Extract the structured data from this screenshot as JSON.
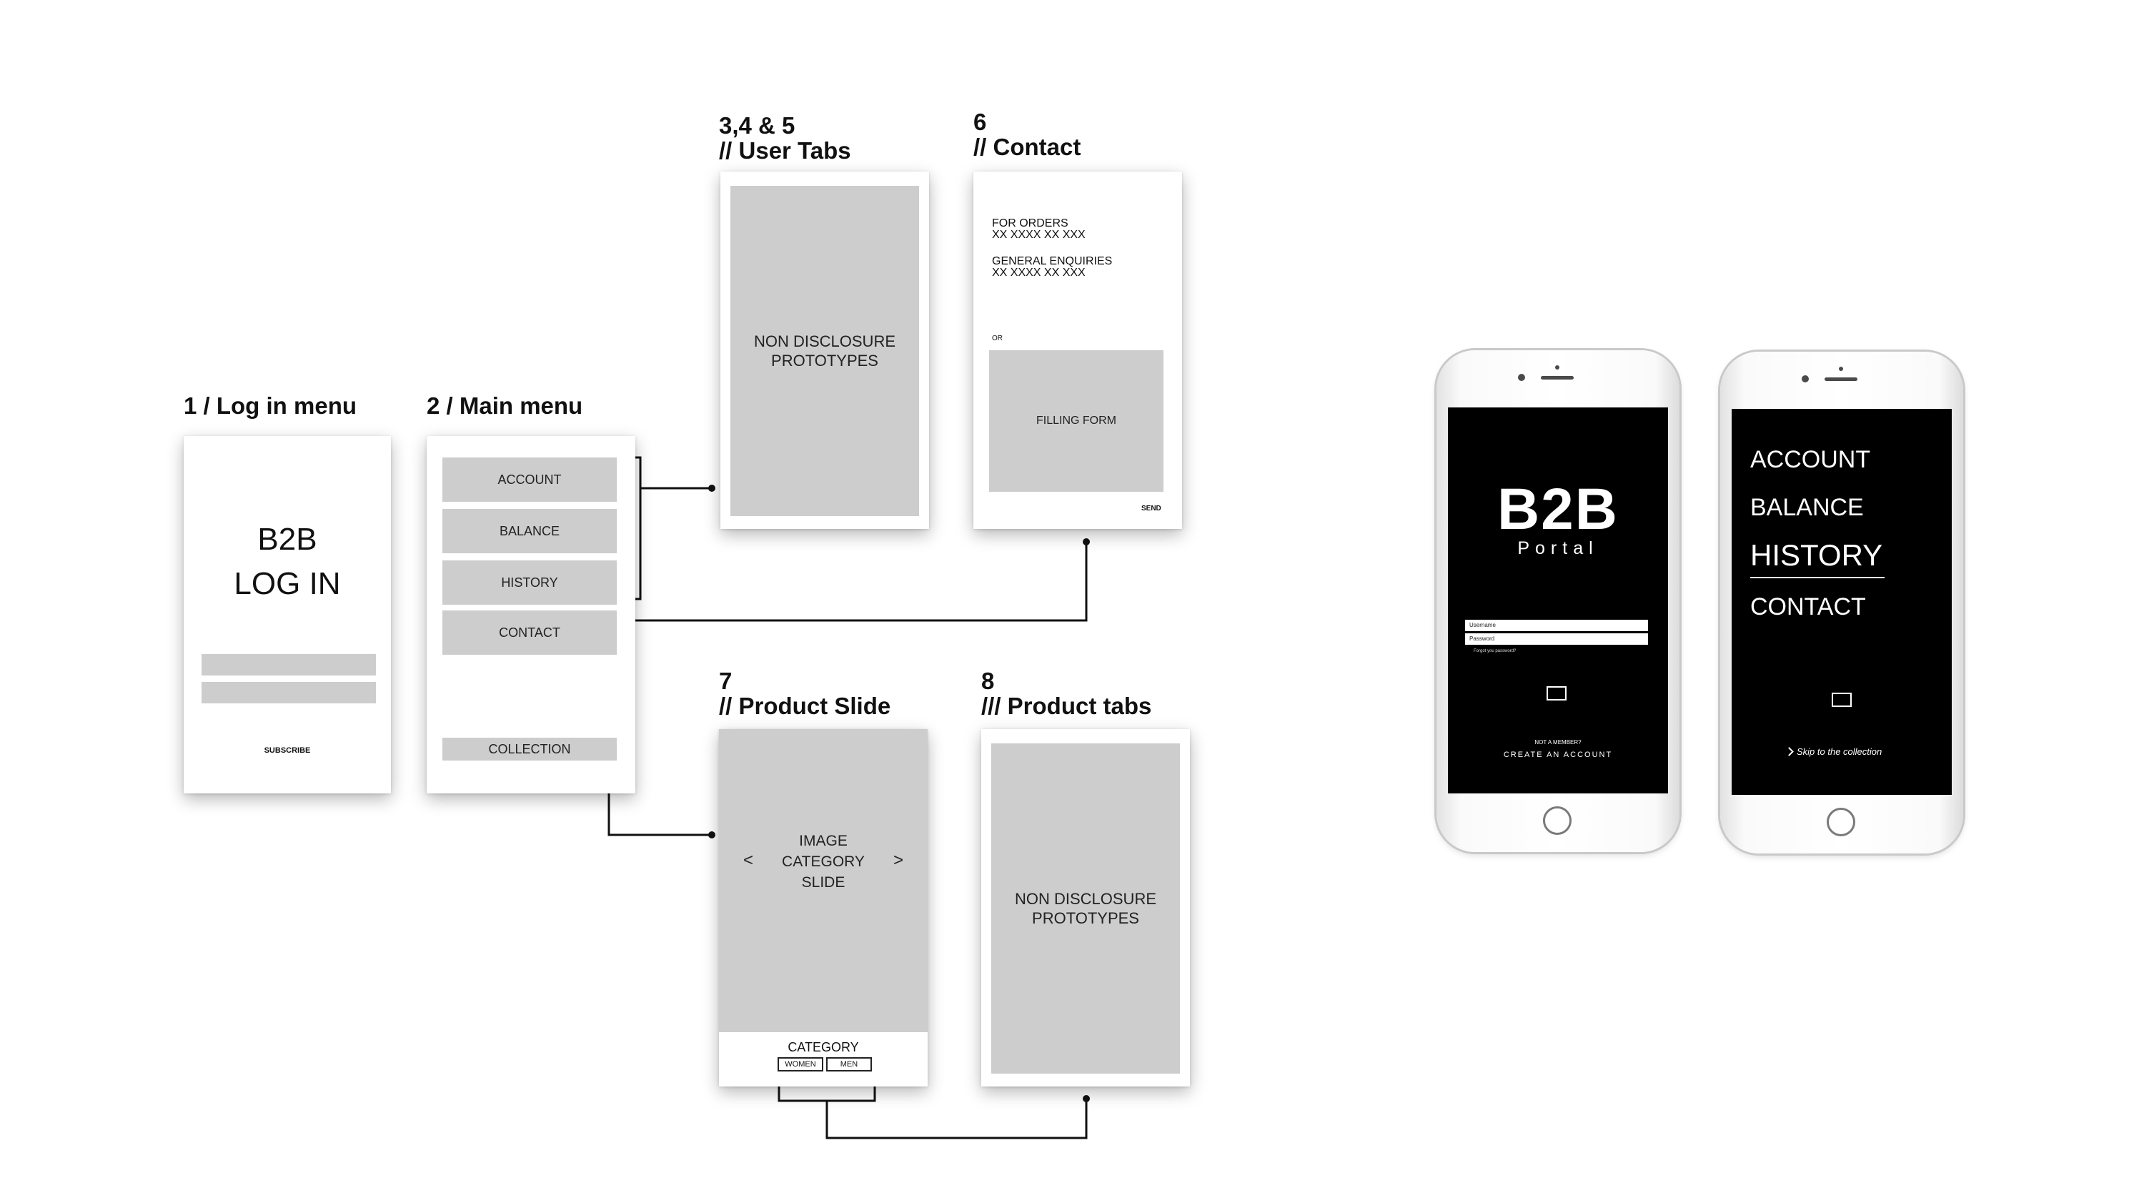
{
  "titles": {
    "login": "1 / Log in menu",
    "main": "2 / Main menu",
    "user_tabs_num": "3,4 & 5",
    "user_tabs": "// User Tabs",
    "contact_num": "6",
    "contact": "// Contact",
    "product_slide_num": "7",
    "product_slide": "// Product Slide",
    "product_tabs_num": "8",
    "product_tabs": "/// Product tabs"
  },
  "login_screen": {
    "line1": "B2B",
    "line2": "LOG IN",
    "subscribe": "SUBSCRIBE"
  },
  "main_menu": {
    "items": [
      "ACCOUNT",
      "BALANCE",
      "HISTORY",
      "CONTACT"
    ],
    "collection": "COLLECTION"
  },
  "user_tabs_screen": {
    "line1": "NON DISCLOSURE",
    "line2": "PROTOTYPES"
  },
  "contact_screen": {
    "orders_label": "FOR ORDERS",
    "orders_phone": "XX XXXX XX XXX",
    "enquiries_label": "GENERAL ENQUIRIES",
    "enquiries_phone": "XX XXXX XX XXX",
    "or": "OR",
    "form": "FILLING FORM",
    "send": "SEND"
  },
  "product_slide_screen": {
    "line1": "IMAGE",
    "line2": "CATEGORY",
    "line3": "SLIDE",
    "prev": "<",
    "next": ">",
    "category": "CATEGORY",
    "women": "WOMEN",
    "men": "MEN"
  },
  "product_tabs_screen": {
    "line1": "NON DISCLOSURE",
    "line2": "PROTOTYPES"
  },
  "phone_login": {
    "logo": "B2B",
    "sub": "Portal",
    "username": "Username",
    "password": "Password",
    "forgot": "Forgot you password?",
    "not_member": "NOT A MEMBER?",
    "create": "CREATE AN ACCOUNT"
  },
  "phone_menu": {
    "items": [
      "ACCOUNT",
      "BALANCE",
      "HISTORY",
      "CONTACT"
    ],
    "active_index": 2,
    "skip": "Skip to the collection"
  },
  "colors": {
    "wireframe_grey": "#cdcdcd",
    "screen_black": "#000000",
    "text": "#111111"
  }
}
